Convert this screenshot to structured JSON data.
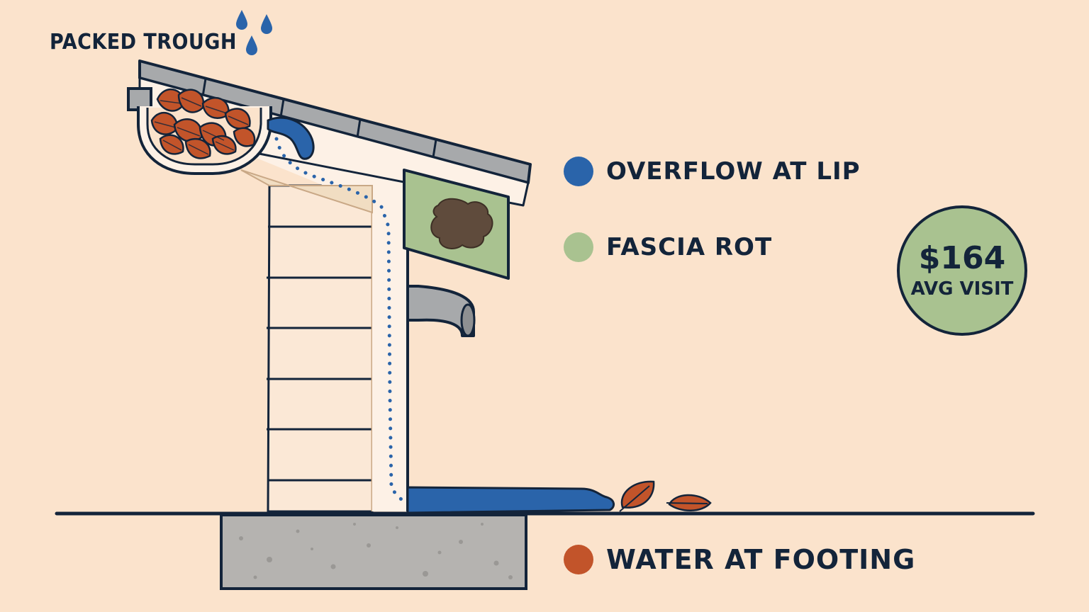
{
  "diagram": {
    "title": "PACKED TROUGH",
    "legend": [
      {
        "key": "overflow",
        "label": "OVERFLOW AT LIP",
        "color": "#2a64aa"
      },
      {
        "key": "rot",
        "label": "FASCIA ROT",
        "color": "#a9c290"
      },
      {
        "key": "footing",
        "label": "WATER AT FOOTING",
        "color": "#c2542a"
      }
    ],
    "cost": {
      "value": "$164",
      "caption": "AVG VISIT",
      "color": "#a9c290"
    }
  },
  "colors": {
    "background": "#fbe3cc",
    "ink": "#13243a",
    "water": "#2a64aa",
    "leaf": "#c2542a",
    "roof": "#a7a9ab",
    "fascia": "#a9c290",
    "concrete": "#b5b3b0"
  },
  "icons": [
    "rain-drop-icon",
    "leaf-icon",
    "rot-stain-icon",
    "downspout-icon"
  ]
}
